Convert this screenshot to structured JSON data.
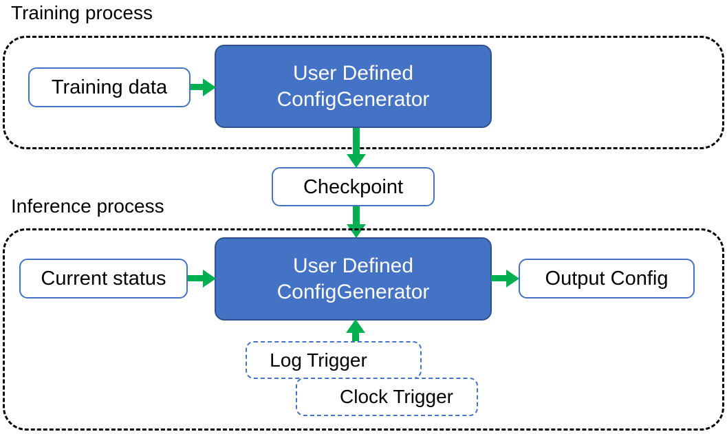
{
  "diagram": {
    "title_visible": false,
    "sections": [
      {
        "id": "training",
        "caption": "Training process"
      },
      {
        "id": "inference",
        "caption": "Inference process"
      }
    ],
    "nodes": {
      "training_data": "Training data",
      "generator_train_line1": "User Defined",
      "generator_train_line2": "ConfigGenerator",
      "checkpoint": "Checkpoint",
      "current_status": "Current status",
      "generator_infer_line1": "User Defined",
      "generator_infer_line2": "ConfigGenerator",
      "output_config": "Output Config",
      "log_trigger": "Log Trigger",
      "clock_trigger": "Clock Trigger"
    },
    "edges": [
      {
        "id": "trainingdata-to-generator",
        "from": "Training data",
        "to": "User Defined ConfigGenerator",
        "direction": "right"
      },
      {
        "id": "generator-to-checkpoint",
        "from": "User Defined ConfigGenerator",
        "to": "Checkpoint",
        "direction": "down"
      },
      {
        "id": "checkpoint-to-generator",
        "from": "Checkpoint",
        "to": "User Defined ConfigGenerator",
        "direction": "down"
      },
      {
        "id": "currentstatus-to-generator",
        "from": "Current status",
        "to": "User Defined ConfigGenerator",
        "direction": "right"
      },
      {
        "id": "generator-to-outputconfig",
        "from": "User Defined ConfigGenerator",
        "to": "Output Config",
        "direction": "right"
      },
      {
        "id": "triggers-to-generator",
        "from": "Log Trigger / Clock Trigger",
        "to": "User Defined ConfigGenerator",
        "direction": "up"
      }
    ],
    "colors": {
      "arrow_green": "#00B050",
      "node_fill_blue": "#4472C4",
      "node_border_blue": "#4472C4",
      "node_border_blue_dark": "#2F528F",
      "container_dashed_black": "#000000",
      "text_dark": "#000000",
      "text_light": "#FFFFFF",
      "background": "#FFFFFF"
    }
  }
}
